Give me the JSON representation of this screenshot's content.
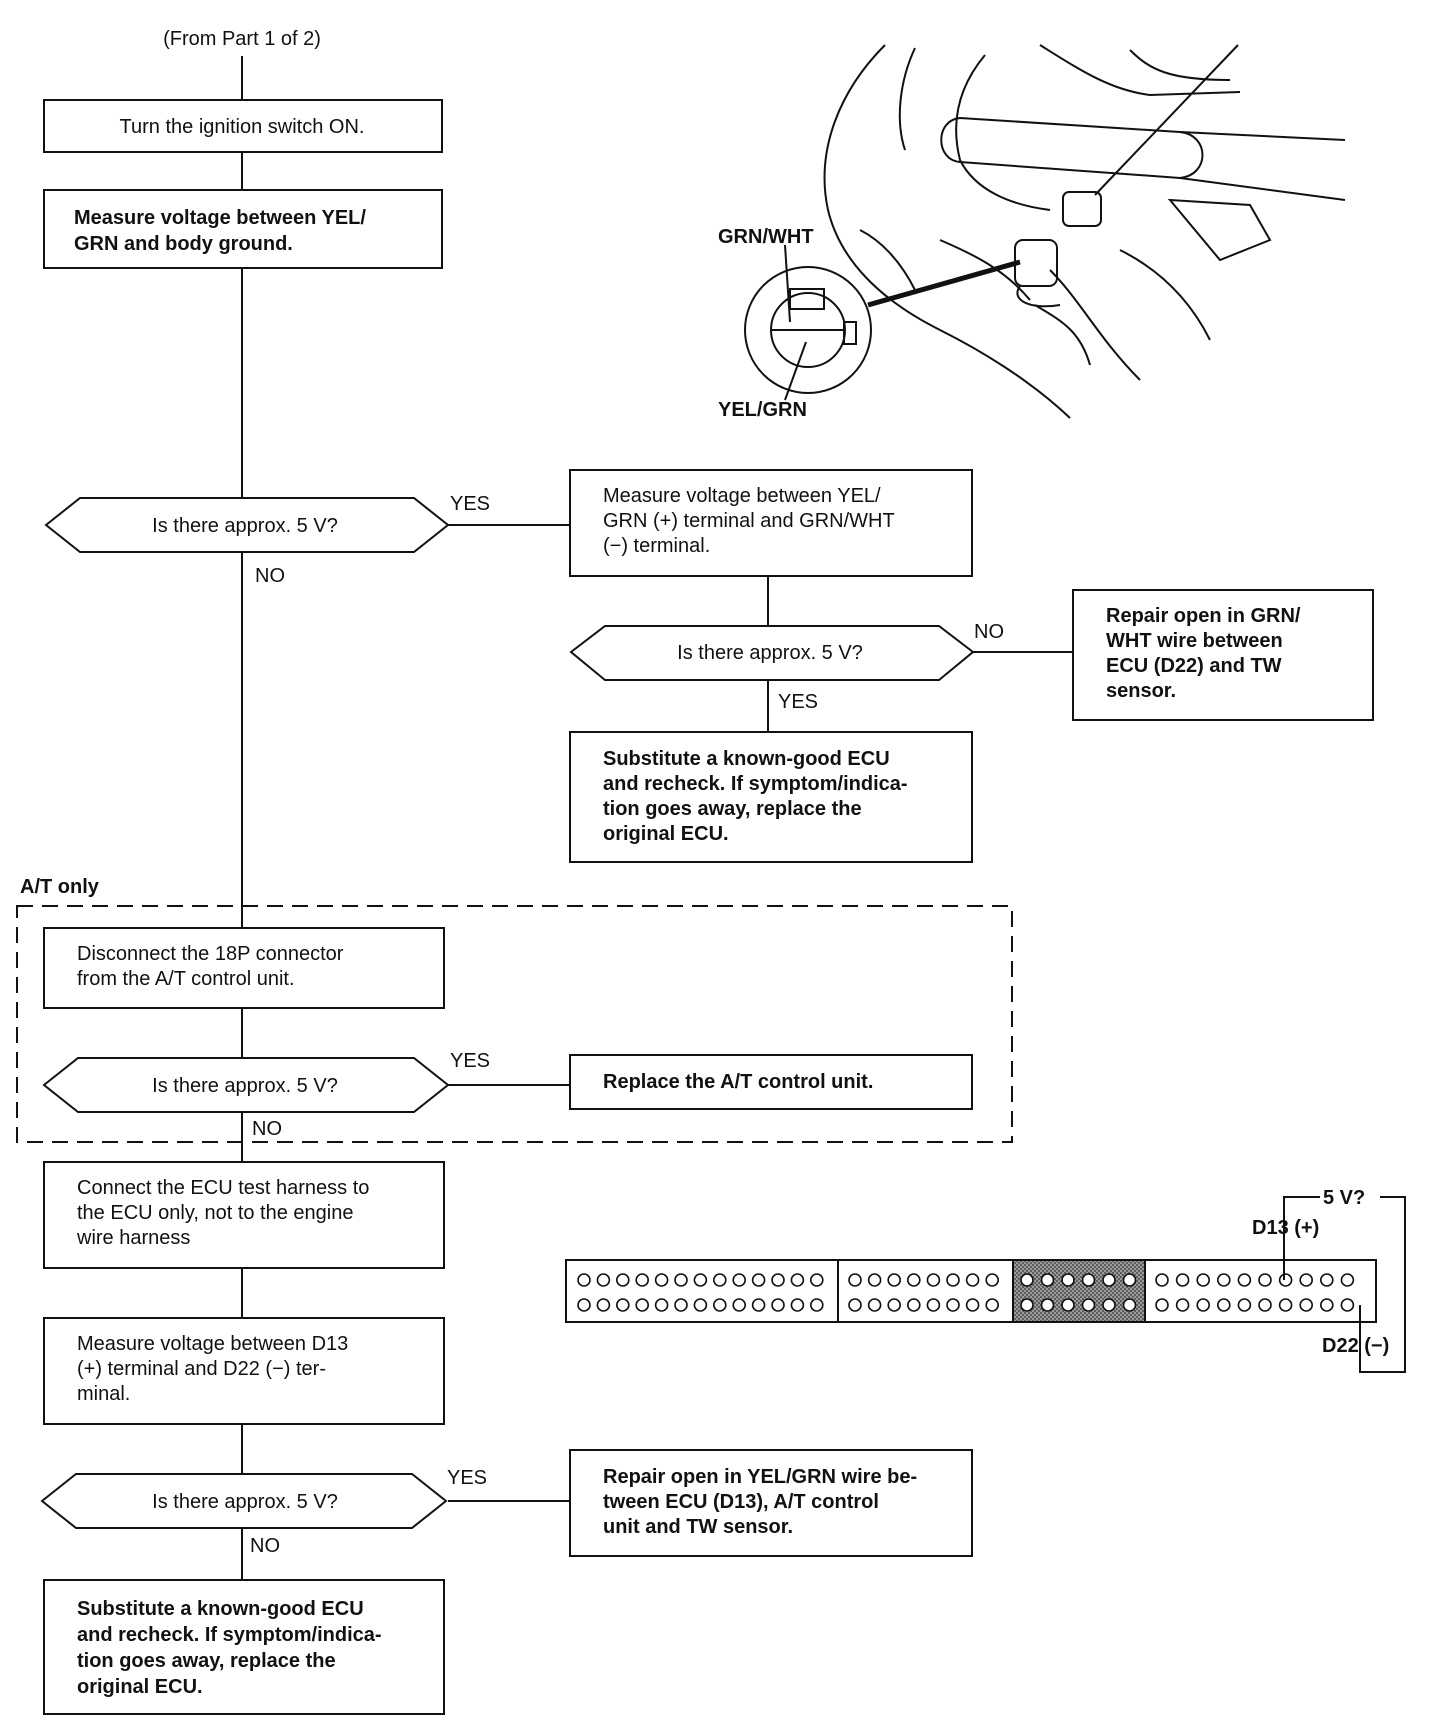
{
  "header": {
    "from": "(From Part 1 of 2)"
  },
  "steps": {
    "ignition_on": [
      "Turn the ignition switch ON."
    ],
    "measure_yel_grn": [
      "Measure voltage between YEL/",
      "GRN and body ground."
    ],
    "q1": "Is there approx. 5 V?",
    "measure_yel_grn_wht": [
      "Measure voltage between YEL/",
      "GRN (+) terminal and GRN/WHT",
      "(−) terminal."
    ],
    "q2": "Is there approx. 5 V?",
    "repair_grn_wht": [
      "Repair open in GRN/",
      "WHT wire between",
      "ECU (D22) and TW",
      "sensor."
    ],
    "substitute_ecu_1": [
      "Substitute a known-good ECU",
      "and recheck. If symptom/indica-",
      "tion goes away, replace the",
      "original ECU."
    ],
    "at_only_label": "A/T only",
    "disconnect_18p": [
      "Disconnect the 18P connector",
      "from the A/T control unit."
    ],
    "q3": "Is there approx. 5 V?",
    "replace_at_unit": [
      "Replace the A/T control unit."
    ],
    "connect_test_harness": [
      "Connect the ECU test harness to",
      "the ECU only, not to the engine",
      "wire harness"
    ],
    "measure_d13_d22": [
      "Measure voltage between D13",
      "(+) terminal and D22 (−) ter-",
      "minal."
    ],
    "q4": "Is there approx. 5 V?",
    "repair_yel_grn": [
      "Repair open in YEL/GRN wire be-",
      "tween ECU (D13), A/T control",
      "unit and TW sensor."
    ],
    "substitute_ecu_2": [
      "Substitute a known-good ECU",
      "and recheck. If symptom/indica-",
      "tion goes away, replace the",
      "original ECU."
    ]
  },
  "branch_labels": {
    "yes": "YES",
    "no": "NO"
  },
  "illustration": {
    "top_wire": "GRN/WHT",
    "bottom_wire": "YEL/GRN"
  },
  "ecu_connector": {
    "voltage_label": "5 V?",
    "plus_label": "D13 (+)",
    "minus_label": "D22 (−)"
  }
}
